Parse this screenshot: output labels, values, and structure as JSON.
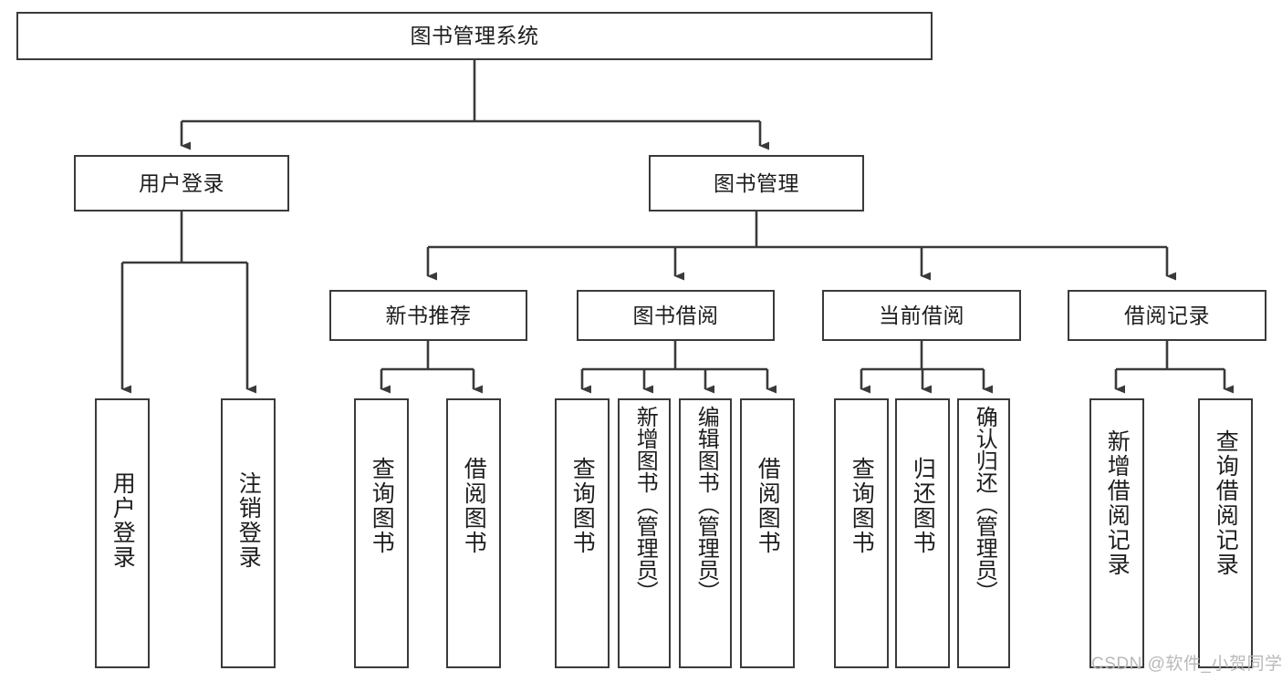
{
  "diagram": {
    "title": "图书管理系统",
    "type": "tree",
    "orientation": "top-down",
    "colors": {
      "box_border": "#3a3a3a",
      "box_fill": "#ffffff",
      "edge": "#3a3a3a",
      "text": "#1d1d1d",
      "watermark": "#b9b9b9",
      "background": "#ffffff"
    },
    "nodes": {
      "root": {
        "label": "图书管理系统",
        "level": 1
      },
      "user_login": {
        "label": "用户登录",
        "level": 2
      },
      "book_manage": {
        "label": "图书管理",
        "level": 2
      },
      "new_book_rec": {
        "label": "新书推荐",
        "level": 3
      },
      "book_borrow": {
        "label": "图书借阅",
        "level": 3
      },
      "current_borrow": {
        "label": "当前借阅",
        "level": 3
      },
      "borrow_record": {
        "label": "借阅记录",
        "level": 3
      },
      "leaf_user_login": {
        "label": "用户登录",
        "level": 4
      },
      "leaf_logout": {
        "label": "注销登录",
        "level": 4
      },
      "leaf_query_book_1": {
        "label": "查询图书",
        "level": 4
      },
      "leaf_borrow_book_1": {
        "label": "借阅图书",
        "level": 4
      },
      "leaf_query_book_2": {
        "label": "查询图书",
        "level": 4
      },
      "leaf_add_book_admin": {
        "label": "新增图书（管理员）",
        "level": 4
      },
      "leaf_edit_book_admin": {
        "label": "编辑图书（管理员）",
        "level": 4
      },
      "leaf_borrow_book_2": {
        "label": "借阅图书",
        "level": 4
      },
      "leaf_query_book_3": {
        "label": "查询图书",
        "level": 4
      },
      "leaf_return_book": {
        "label": "归还图书",
        "level": 4
      },
      "leaf_confirm_return_admin": {
        "label": "确认归还（管理员）",
        "level": 4
      },
      "leaf_add_borrow_record": {
        "label": "新增借阅记录",
        "level": 4
      },
      "leaf_query_borrow_record": {
        "label": "查询借阅记录",
        "level": 4
      }
    },
    "edges": [
      {
        "from": "root",
        "to": "user_login"
      },
      {
        "from": "root",
        "to": "book_manage"
      },
      {
        "from": "user_login",
        "to": "leaf_user_login"
      },
      {
        "from": "user_login",
        "to": "leaf_logout"
      },
      {
        "from": "book_manage",
        "to": "new_book_rec"
      },
      {
        "from": "book_manage",
        "to": "book_borrow"
      },
      {
        "from": "book_manage",
        "to": "current_borrow"
      },
      {
        "from": "book_manage",
        "to": "borrow_record"
      },
      {
        "from": "new_book_rec",
        "to": "leaf_query_book_1"
      },
      {
        "from": "new_book_rec",
        "to": "leaf_borrow_book_1"
      },
      {
        "from": "book_borrow",
        "to": "leaf_query_book_2"
      },
      {
        "from": "book_borrow",
        "to": "leaf_add_book_admin"
      },
      {
        "from": "book_borrow",
        "to": "leaf_edit_book_admin"
      },
      {
        "from": "book_borrow",
        "to": "leaf_borrow_book_2"
      },
      {
        "from": "current_borrow",
        "to": "leaf_query_book_3"
      },
      {
        "from": "current_borrow",
        "to": "leaf_return_book"
      },
      {
        "from": "current_borrow",
        "to": "leaf_confirm_return_admin"
      },
      {
        "from": "borrow_record",
        "to": "leaf_add_borrow_record"
      },
      {
        "from": "borrow_record",
        "to": "leaf_query_borrow_record"
      }
    ]
  },
  "watermark": {
    "text": "CSDN @软件_小贺同学"
  }
}
